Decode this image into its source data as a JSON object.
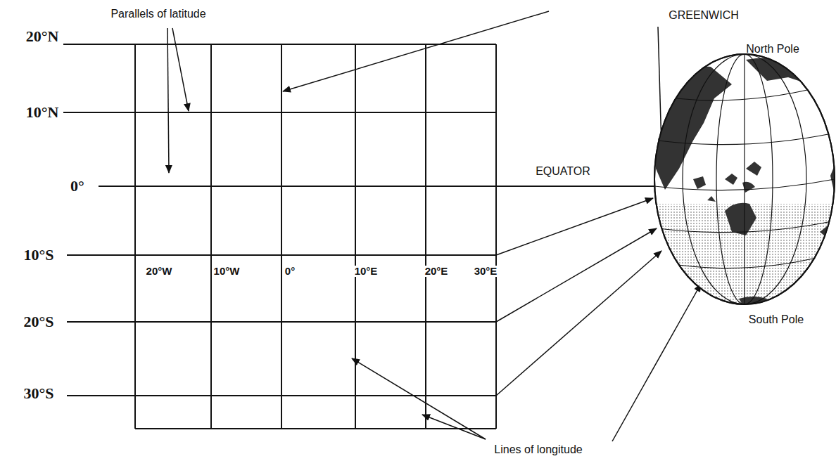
{
  "diagram": {
    "labels": [
      "20°N",
      "10°N",
      "0°",
      "10°S",
      "20°S",
      "30°S",
      "20°W",
      "10°W",
      "0°",
      "10°E",
      "20°E",
      "30°E",
      "Parallels of latitude",
      "GREENWICH",
      "North Pole",
      "EQUATOR",
      "South Pole",
      "Lines of longitude"
    ]
  }
}
